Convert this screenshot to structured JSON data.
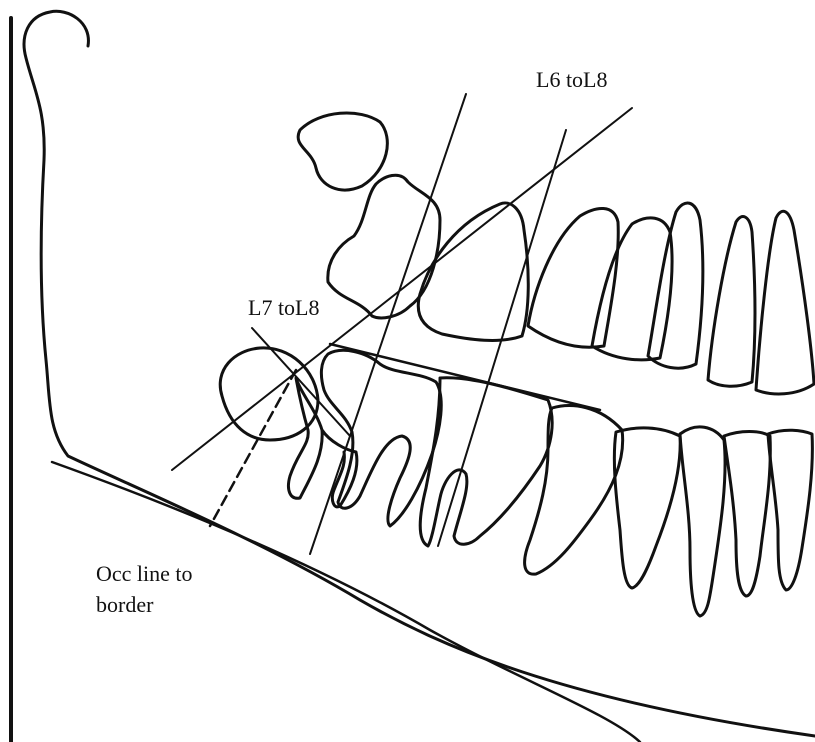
{
  "labels": {
    "l6_to_l8": "L6 toL8",
    "l7_to_l8": "L7 toL8",
    "occ_line_line1": "Occ line to",
    "occ_line_line2": "border"
  },
  "colors": {
    "stroke": "#111111",
    "background": "#ffffff"
  },
  "icons": [
    "mandible-outline",
    "molar-teeth",
    "incisor-teeth",
    "developing-tooth-bud"
  ]
}
